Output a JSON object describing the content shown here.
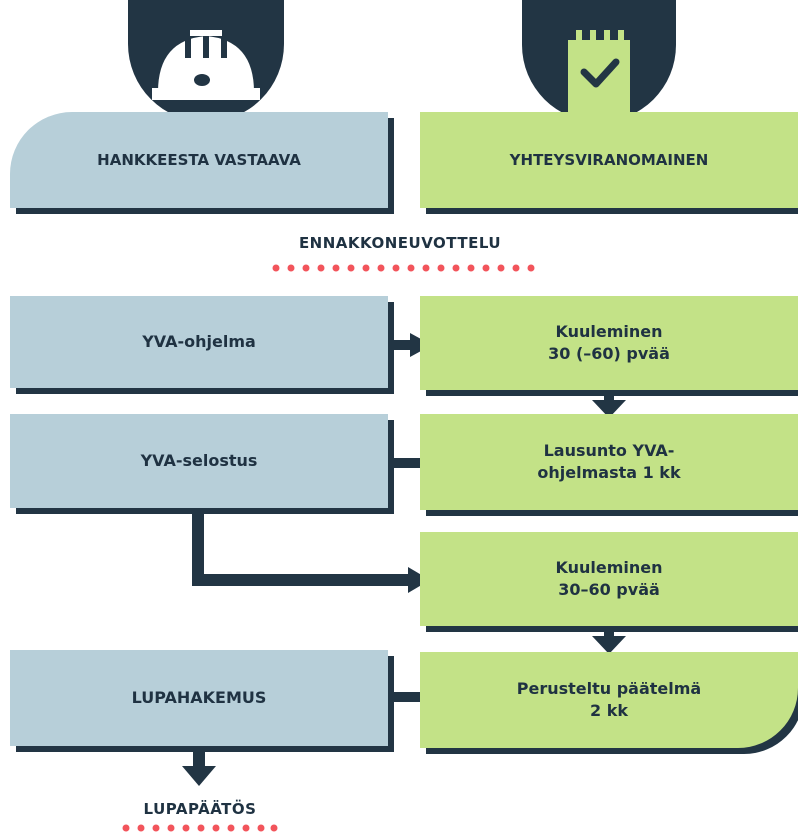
{
  "roles": {
    "developer": "HANKKEESTA VASTAAVA",
    "authority": "YHTEYSVIRANOMAINEN"
  },
  "stages": {
    "pre_consultation": "ENNAKKONEUVOTTELU",
    "permit_decision": "LUPAPÄÄTÖS"
  },
  "steps": {
    "program": "YVA-ohjelma",
    "hearing1": "Kuuleminen\n30 (–60) pvää",
    "statement": "Lausunto YVA-\nohjelmasta 1 kk",
    "report": "YVA-selostus",
    "hearing2": "Kuuleminen\n30–60 pvää",
    "conclusion": "Perusteltu päätelmä\n2 kk",
    "permit_application": "LUPAHAKEMUS"
  },
  "icons": {
    "developer": "hard-hat-icon",
    "authority": "checklist-notepad-icon"
  },
  "colors": {
    "navy": "#223544",
    "blue_box": "#b7cfd9",
    "green_box": "#c3e287",
    "dots": "#f2545b"
  }
}
